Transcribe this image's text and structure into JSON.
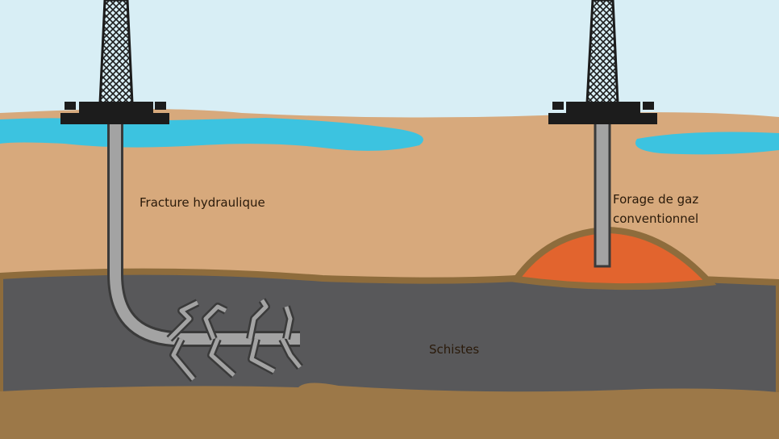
{
  "labels": {
    "fracking": "Fracture hydraulique",
    "conventional_line1": "Forage de gaz",
    "conventional_line2": "conventionnel",
    "shale": "Schistes"
  },
  "colors": {
    "sky": "#d8eef5",
    "soil": "#d7a97c",
    "water": "#3cc3e0",
    "soil_border": "#8e6c3c",
    "shale": "#58585a",
    "bedrock": "#9c7848",
    "gas": "#e2642e",
    "pipe": "#a3a3a3",
    "rig": "#1c1c1c"
  }
}
